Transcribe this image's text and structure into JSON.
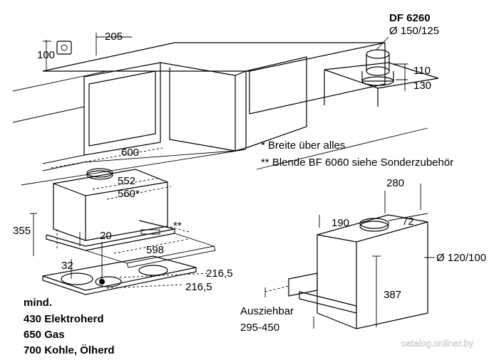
{
  "model_label": "DF 6260",
  "model_diameter": "Ø 150/125",
  "dims": {
    "d205": "205",
    "d100": "100",
    "d600": "600",
    "d552": "552",
    "d560": "560*",
    "d355": "355",
    "d20": "20",
    "d598": "598",
    "d32": "32",
    "d216a": "216,5",
    "d216b": "216,5",
    "d110": "110",
    "d130": "130",
    "d280": "280",
    "d190": "190",
    "d72": "72",
    "d120": "Ø 120/100",
    "d387": "387",
    "dstar": "**"
  },
  "notes": {
    "star": "*   Breite über alles",
    "dstar": "**  Blende BF 6060 siehe Sonderzubehör"
  },
  "extend": {
    "label": "Ausziehbar",
    "range": "295-450"
  },
  "min_distance": {
    "title": "mind.",
    "line1": "430 Elektroherd",
    "line2": "650 Gas",
    "line3": "700 Kohle, Ölherd"
  },
  "watermark": "catalog.onliner.by"
}
